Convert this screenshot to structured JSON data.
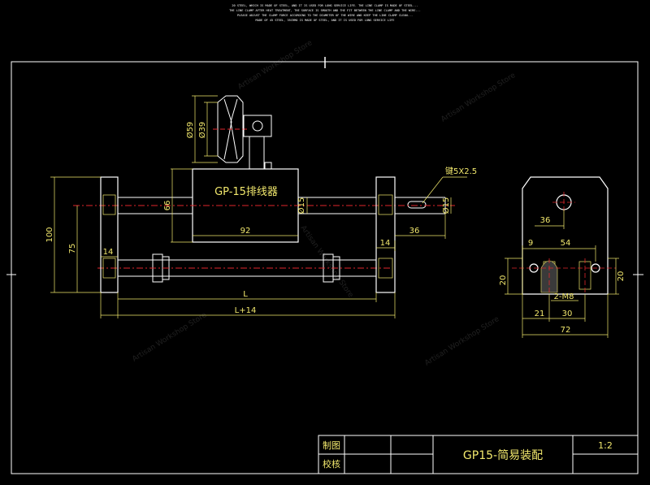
{
  "header_notes": [
    "20 STEEL, WHICH IS MADE OF STEEL, AND IT IS USED FOR LONG SERVICE LIFE. THE LINE CLAMP IS MADE OF STEEL...",
    "THE LINE CLAMP AFTER HEAT TREATMENT, THE SURFACE IS SMOOTH AND THE FIT BETWEEN THE LINE CLAMP AND THE WIRE...",
    "PLEASE ADJUST THE CLAMP FORCE ACCORDING TO THE DIAMETER OF THE WIRE AND KEEP THE LINE CLAMP CLEAN...",
    "MADE OF 45 STEEL, 35CRMO IS MADE OF STEEL, AND IT IS USED FOR LONG SERVICE LIFE"
  ],
  "part_label": "GP-15排线器",
  "dimensions": {
    "pulley_outer": "Ø59",
    "pulley_inner": "Ø39",
    "slot": "键5X2.5",
    "body_height": "66",
    "shaft_dia_left": "Ø15",
    "shaft_dia_right": "Ø15",
    "body_width": "92",
    "overall_height": "100",
    "shaft_height": "75",
    "flange_left": "14",
    "flange_right": "14",
    "shaft_extension": "36",
    "length_l": "L",
    "length_l14": "L+14",
    "side_36": "36",
    "side_9": "9",
    "side_54": "54",
    "side_20a": "20",
    "side_20b": "20",
    "side_thread": "2-M8",
    "side_21": "21",
    "side_30": "30",
    "side_72": "72"
  },
  "title_block": {
    "drawn_label": "制图",
    "checked_label": "校核",
    "title": "GP15-简易装配",
    "scale": "1:2"
  },
  "watermark": "Artisan Workshop Store",
  "colors": {
    "background": "#000000",
    "frame": "#ffffff",
    "dimension": "#f2e86d",
    "centerline": "#e0262b",
    "part": "#ffffff"
  }
}
